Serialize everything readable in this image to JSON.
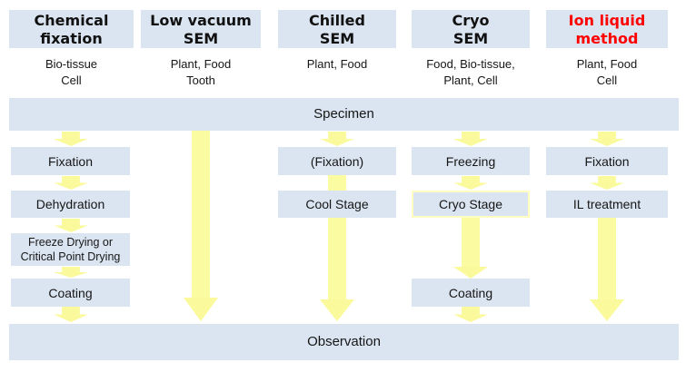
{
  "colors": {
    "box_fill": "#dbe5f1",
    "arrow_yellow": "#fafa9c",
    "header_text": "#111111",
    "ion_liquid_red": "#fe0000"
  },
  "bars": {
    "specimen": "Specimen",
    "observation": "Observation"
  },
  "columns": [
    {
      "title": "Chemical\nfixation",
      "samples": "Bio-tissue\nCell",
      "steps": [
        "Fixation",
        "Dehydration",
        "Freeze Drying or\nCritical Point Drying",
        "Coating"
      ]
    },
    {
      "title": "Low vacuum\nSEM",
      "samples": "Plant, Food\nTooth",
      "steps": []
    },
    {
      "title": "Chilled\nSEM",
      "samples": "Plant, Food",
      "steps": [
        "(Fixation)",
        "Cool Stage"
      ]
    },
    {
      "title": "Cryo\nSEM",
      "samples": "Food, Bio-tissue,\nPlant, Cell",
      "steps": [
        "Freezing",
        "Cryo Stage",
        "Coating"
      ]
    },
    {
      "title": "Ion liquid\nmethod",
      "samples": "Plant, Food\nCell",
      "steps": [
        "Fixation",
        "IL treatment"
      ]
    }
  ]
}
